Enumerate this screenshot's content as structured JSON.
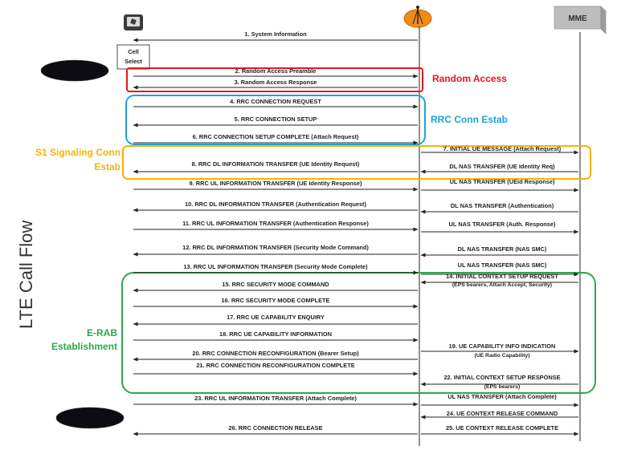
{
  "side_title": "LTE Call Flow",
  "mme_label": "MME",
  "cell_select": [
    "Cell",
    "Select"
  ],
  "colors": {
    "random_access": "#e8141c",
    "rrc_conn": "#1ea2dd",
    "s1": "#f5b400",
    "erab": "#2ba84a",
    "line": "#222222"
  },
  "groups": {
    "random_access": "Random Access",
    "rrc_conn": "RRC Conn Estab",
    "s1": [
      "S1 Signaling Conn",
      "Estab"
    ],
    "erab": [
      "E-RAB",
      "Establishment"
    ]
  },
  "messages": [
    {
      "text": "1. System Information"
    },
    {
      "text": "2. Random Access Preamble"
    },
    {
      "text": "3. Random Access Response"
    },
    {
      "text": "4. RRC CONNECTION REQUEST"
    },
    {
      "text": "5. RRC CONNECTION SETUP"
    },
    {
      "text": "6. RRC CONNECTION SETUP COMPLETE (Attach Request)"
    },
    {
      "text": "8. RRC DL INFORMATION TRANSFER (UE Identity Request)"
    },
    {
      "text": "9. RRC UL INFORMATION TRANSFER (UE Identity Response)"
    },
    {
      "text": "10. RRC DL INFORMATION TRANSFER (Authentication Request)"
    },
    {
      "text": "11. RRC UL INFORMATION TRANSFER (Authentication Response)"
    },
    {
      "text": "12. RRC DL INFORMATION TRANSFER (Security Mode Command)"
    },
    {
      "text": "13. RRC UL INFORMATION TRANSFER (Security Mode Complete)"
    },
    {
      "text": "15. RRC SECURITY MODE COMMAND"
    },
    {
      "text": "16. RRC SECURITY MODE COMPLETE"
    },
    {
      "text": "17. RRC UE CAPABILITY ENQUIRY"
    },
    {
      "text": "18. RRC UE CAPABILITY INFORMATION"
    },
    {
      "text": "20. RRC CONNECTION RECONFIGURATION (Bearer Setup)"
    },
    {
      "text": "21. RRC CONNECTION RECONFIGURATION COMPLETE"
    },
    {
      "text": "23. RRC UL INFORMATION TRANSFER (Attach Complete)"
    },
    {
      "text": "26. RRC CONNECTION RELEASE"
    }
  ],
  "s1_messages": [
    {
      "text": "7. INITIAL UE MESSAGE (Attach Request)"
    },
    {
      "text": "DL NAS TRANSFER (UE Identity Req)"
    },
    {
      "text": "UL NAS TRANSFER (UEid Response)"
    },
    {
      "text": "DL NAS TRANSFER (Authentication)"
    },
    {
      "text": "UL NAS TRANSFER (Auth. Response)"
    },
    {
      "text": "DL NAS TRANSFER (NAS SMC)"
    },
    {
      "text": "UL NAS TRANSFER (NAS SMC)"
    },
    {
      "text": "14. INITIAL CONTEXT SETUP REQUEST",
      "sub": "(EPS bearers, Attach Accept, Security)"
    },
    {
      "text": "19. UE CAPABILITY INFO INDICATION",
      "sub": "(UE Radio Capability)"
    },
    {
      "text": "22. INITIAL CONTEXT SETUP RESPONSE",
      "sub": "(EPS bearers)"
    },
    {
      "text": "UL NAS TRANSFER (Attach Complete)"
    },
    {
      "text": "24. UE CONTEXT RELEASE COMMAND"
    },
    {
      "text": "25. UE CONTEXT RELEASE COMPLETE"
    }
  ]
}
